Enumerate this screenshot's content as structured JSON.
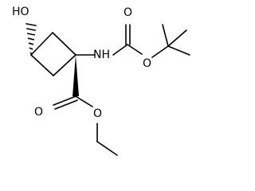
{
  "molecule": {
    "atom_labels": {
      "hydroxyl": "HO",
      "amine": "NH",
      "carbamate_carbonyl_oxygen": "O",
      "carbamate_ester_oxygen": "O",
      "ester_carbonyl_oxygen": "O",
      "ester_oxygen": "O"
    },
    "colors": {
      "bond": "#000000",
      "label": "#000000",
      "background": "#ffffff"
    }
  }
}
